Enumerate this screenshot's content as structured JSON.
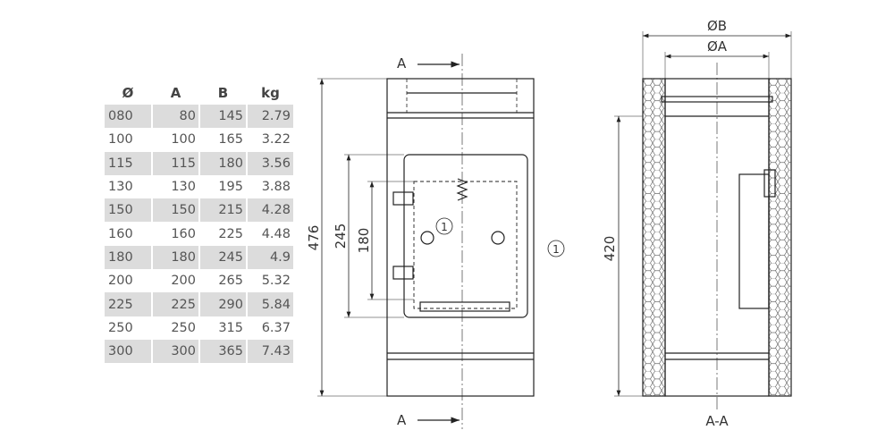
{
  "table": {
    "headers": [
      "Ø",
      "A",
      "B",
      "kg"
    ],
    "rows": [
      [
        "080",
        "80",
        "145",
        "2.79"
      ],
      [
        "100",
        "100",
        "165",
        "3.22"
      ],
      [
        "115",
        "115",
        "180",
        "3.56"
      ],
      [
        "130",
        "130",
        "195",
        "3.88"
      ],
      [
        "150",
        "150",
        "215",
        "4.28"
      ],
      [
        "160",
        "160",
        "225",
        "4.48"
      ],
      [
        "180",
        "180",
        "245",
        "4.9"
      ],
      [
        "200",
        "200",
        "265",
        "5.32"
      ],
      [
        "225",
        "225",
        "290",
        "5.84"
      ],
      [
        "250",
        "250",
        "315",
        "6.37"
      ],
      [
        "300",
        "300",
        "365",
        "7.43"
      ]
    ]
  },
  "front_view": {
    "section_mark_top": "A",
    "section_mark_bottom": "A",
    "dim_total": "476",
    "dim_door_outer": "245",
    "dim_door_inner": "180",
    "label_inner": "1",
    "label_outer": "1"
  },
  "section_view": {
    "dim_outer": "ØB",
    "dim_inner": "ØA",
    "dim_height": "420",
    "title": "A-A"
  }
}
